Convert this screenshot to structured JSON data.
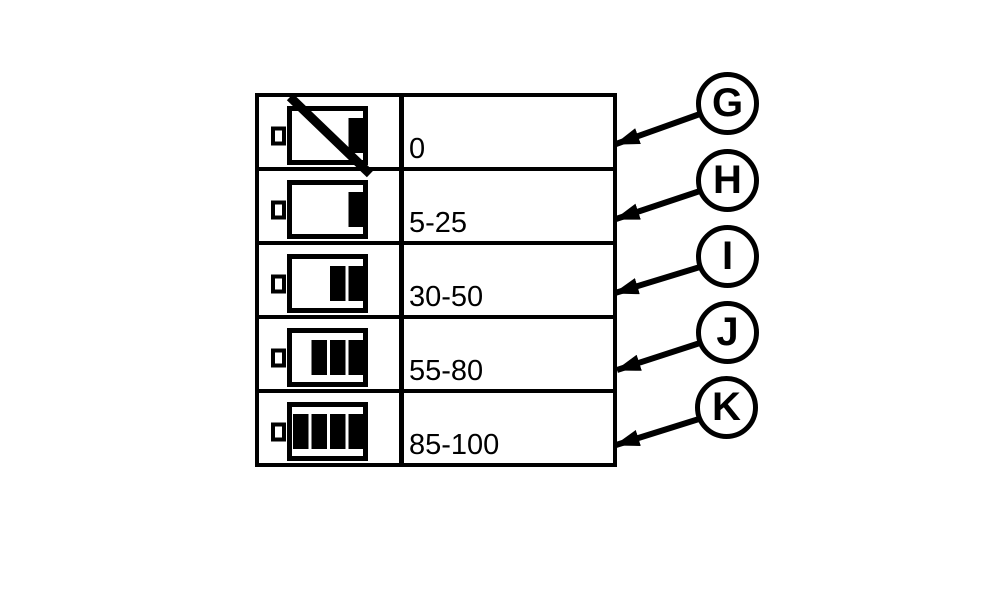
{
  "diagram": {
    "description": "Battery charge level legend with callouts",
    "colors": {
      "foreground": "#000000",
      "background": "#ffffff"
    },
    "rows": [
      {
        "callout_label": "G",
        "battery_bars": 1,
        "battery_slash": true,
        "range_label": "0"
      },
      {
        "callout_label": "H",
        "battery_bars": 1,
        "battery_slash": false,
        "range_label": "5-25"
      },
      {
        "callout_label": "I",
        "battery_bars": 2,
        "battery_slash": false,
        "range_label": "30-50"
      },
      {
        "callout_label": "J",
        "battery_bars": 3,
        "battery_slash": false,
        "range_label": "55-80"
      },
      {
        "callout_label": "K",
        "battery_bars": 4,
        "battery_slash": false,
        "range_label": "85-100"
      }
    ]
  }
}
